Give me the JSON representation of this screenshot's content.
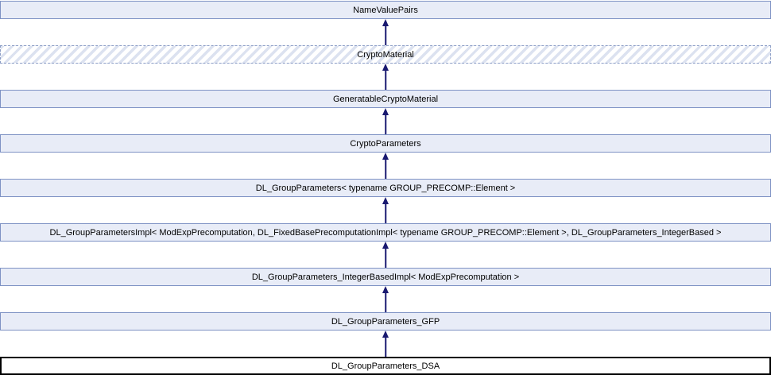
{
  "diagram": {
    "kind": "class-inheritance-graph",
    "current_class": "DL_GroupParameters_DSA",
    "colors": {
      "node_fill": "#e8ecf7",
      "node_border": "#7e92c4",
      "hatched_stripe": "#dce2f0",
      "hatched_border": "#8a9cc5",
      "current_node_border": "#000000",
      "current_node_fill": "#ffffff",
      "edge": "#191970",
      "text": "#000000",
      "background": "#ffffff"
    },
    "nodes": [
      {
        "label": "NameValuePairs",
        "style": "normal"
      },
      {
        "label": "CryptoMaterial",
        "style": "hatched"
      },
      {
        "label": "GeneratableCryptoMaterial",
        "style": "normal"
      },
      {
        "label": "CryptoParameters",
        "style": "normal"
      },
      {
        "label": "DL_GroupParameters< typename GROUP_PRECOMP::Element >",
        "style": "normal"
      },
      {
        "label": "DL_GroupParametersImpl< ModExpPrecomputation, DL_FixedBasePrecomputationImpl< typename GROUP_PRECOMP::Element >, DL_GroupParameters_IntegerBased >",
        "style": "normal"
      },
      {
        "label": "DL_GroupParameters_IntegerBasedImpl< ModExpPrecomputation >",
        "style": "normal"
      },
      {
        "label": "DL_GroupParameters_GFP",
        "style": "normal"
      },
      {
        "label": "DL_GroupParameters_DSA",
        "style": "current"
      }
    ],
    "edges": [
      {
        "from": 1,
        "to": 0
      },
      {
        "from": 2,
        "to": 1
      },
      {
        "from": 3,
        "to": 2
      },
      {
        "from": 4,
        "to": 3
      },
      {
        "from": 5,
        "to": 4
      },
      {
        "from": 6,
        "to": 5
      },
      {
        "from": 7,
        "to": 6
      },
      {
        "from": 8,
        "to": 7
      }
    ]
  }
}
